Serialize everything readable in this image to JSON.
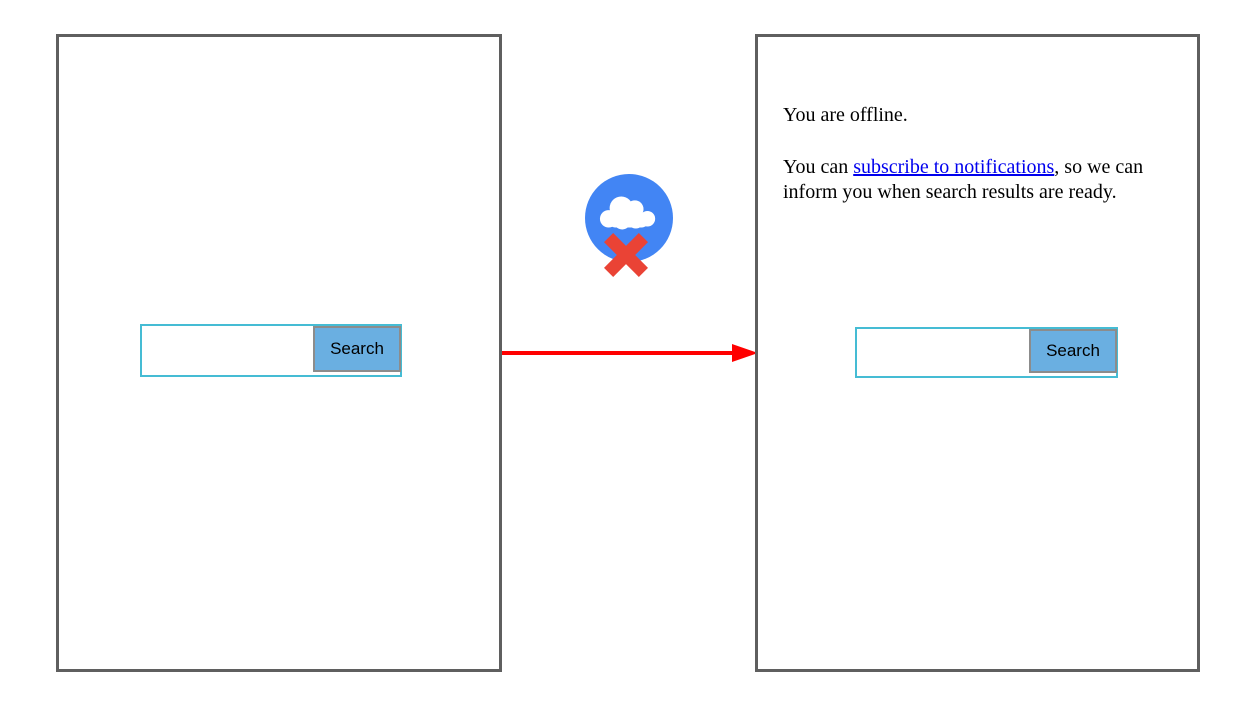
{
  "diagram": {
    "left_panel": {
      "search": {
        "input_value": "",
        "button_label": "Search"
      }
    },
    "right_panel": {
      "offline_message": "You are offline.",
      "notify_prefix": "You can ",
      "notify_link": "subscribe to notifications",
      "notify_suffix_line1": ", so we can",
      "notify_suffix_line2": "inform you when search results are ready.",
      "search": {
        "input_value": "",
        "button_label": "Search"
      }
    },
    "icons": {
      "offline_icon": "cloud-offline-icon"
    },
    "colors": {
      "frame_border": "#5f5f5f",
      "input_border": "#45bcd4",
      "button_fill": "#6aafe1",
      "button_border": "#8c8c8c",
      "link_color": "#0000EE",
      "icon_circle": "#4285F4",
      "icon_cross": "#EA4335",
      "arrow": "#FF0000"
    }
  }
}
